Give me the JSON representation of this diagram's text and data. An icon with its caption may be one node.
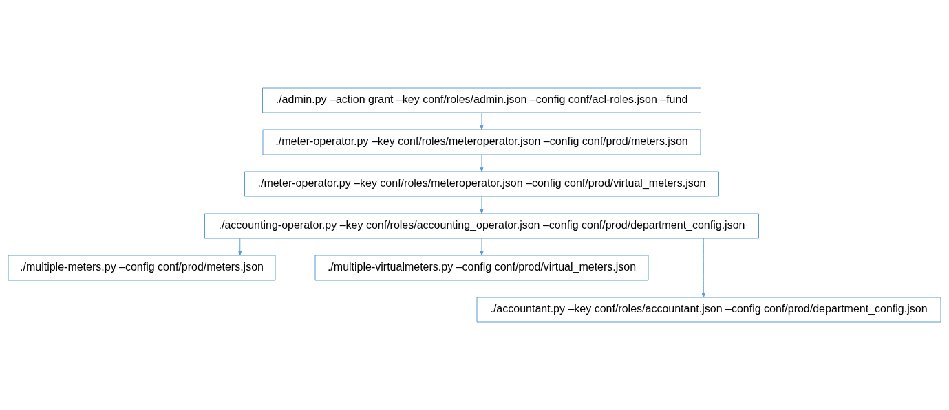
{
  "diagram": {
    "nodes": [
      {
        "text": [
          "./admin.py –action grant –key conf/roles/admin.json –config conf/acl-roles.json –fund"
        ]
      },
      {
        "text": [
          "./meter-operator.py –key conf/roles/meteroperator.json –config conf/prod/meters.json"
        ]
      },
      {
        "text": [
          "./meter-operator.py –key conf/roles/meteroperator.json –config conf/prod/virtual_meters.json"
        ]
      },
      {
        "text": [
          "./accounting-operator.py –key conf/roles/accounting_operator.json –config conf/prod/department_config.json"
        ]
      },
      {
        "text": [
          "./multiple-meters.py –config conf/prod/meters.json"
        ]
      },
      {
        "text": [
          "./multiple-virtualmeters.py –config conf/prod/virtual_meters.json"
        ]
      },
      {
        "text": [
          "./accountant.py –key conf/roles/accountant.json –config conf/prod/department_config.json"
        ]
      }
    ],
    "edges": [
      {
        "from": 0,
        "to": 1,
        "arrow": "to"
      },
      {
        "from": 1,
        "to": 2,
        "arrow": "to"
      },
      {
        "from": 2,
        "to": 3,
        "arrow": "to"
      },
      {
        "from": 3,
        "to": 4,
        "arrow": "to"
      },
      {
        "from": 3,
        "to": 6,
        "arrow": "to"
      },
      {
        "from": 3,
        "to": 5,
        "arrow": "to"
      }
    ]
  }
}
